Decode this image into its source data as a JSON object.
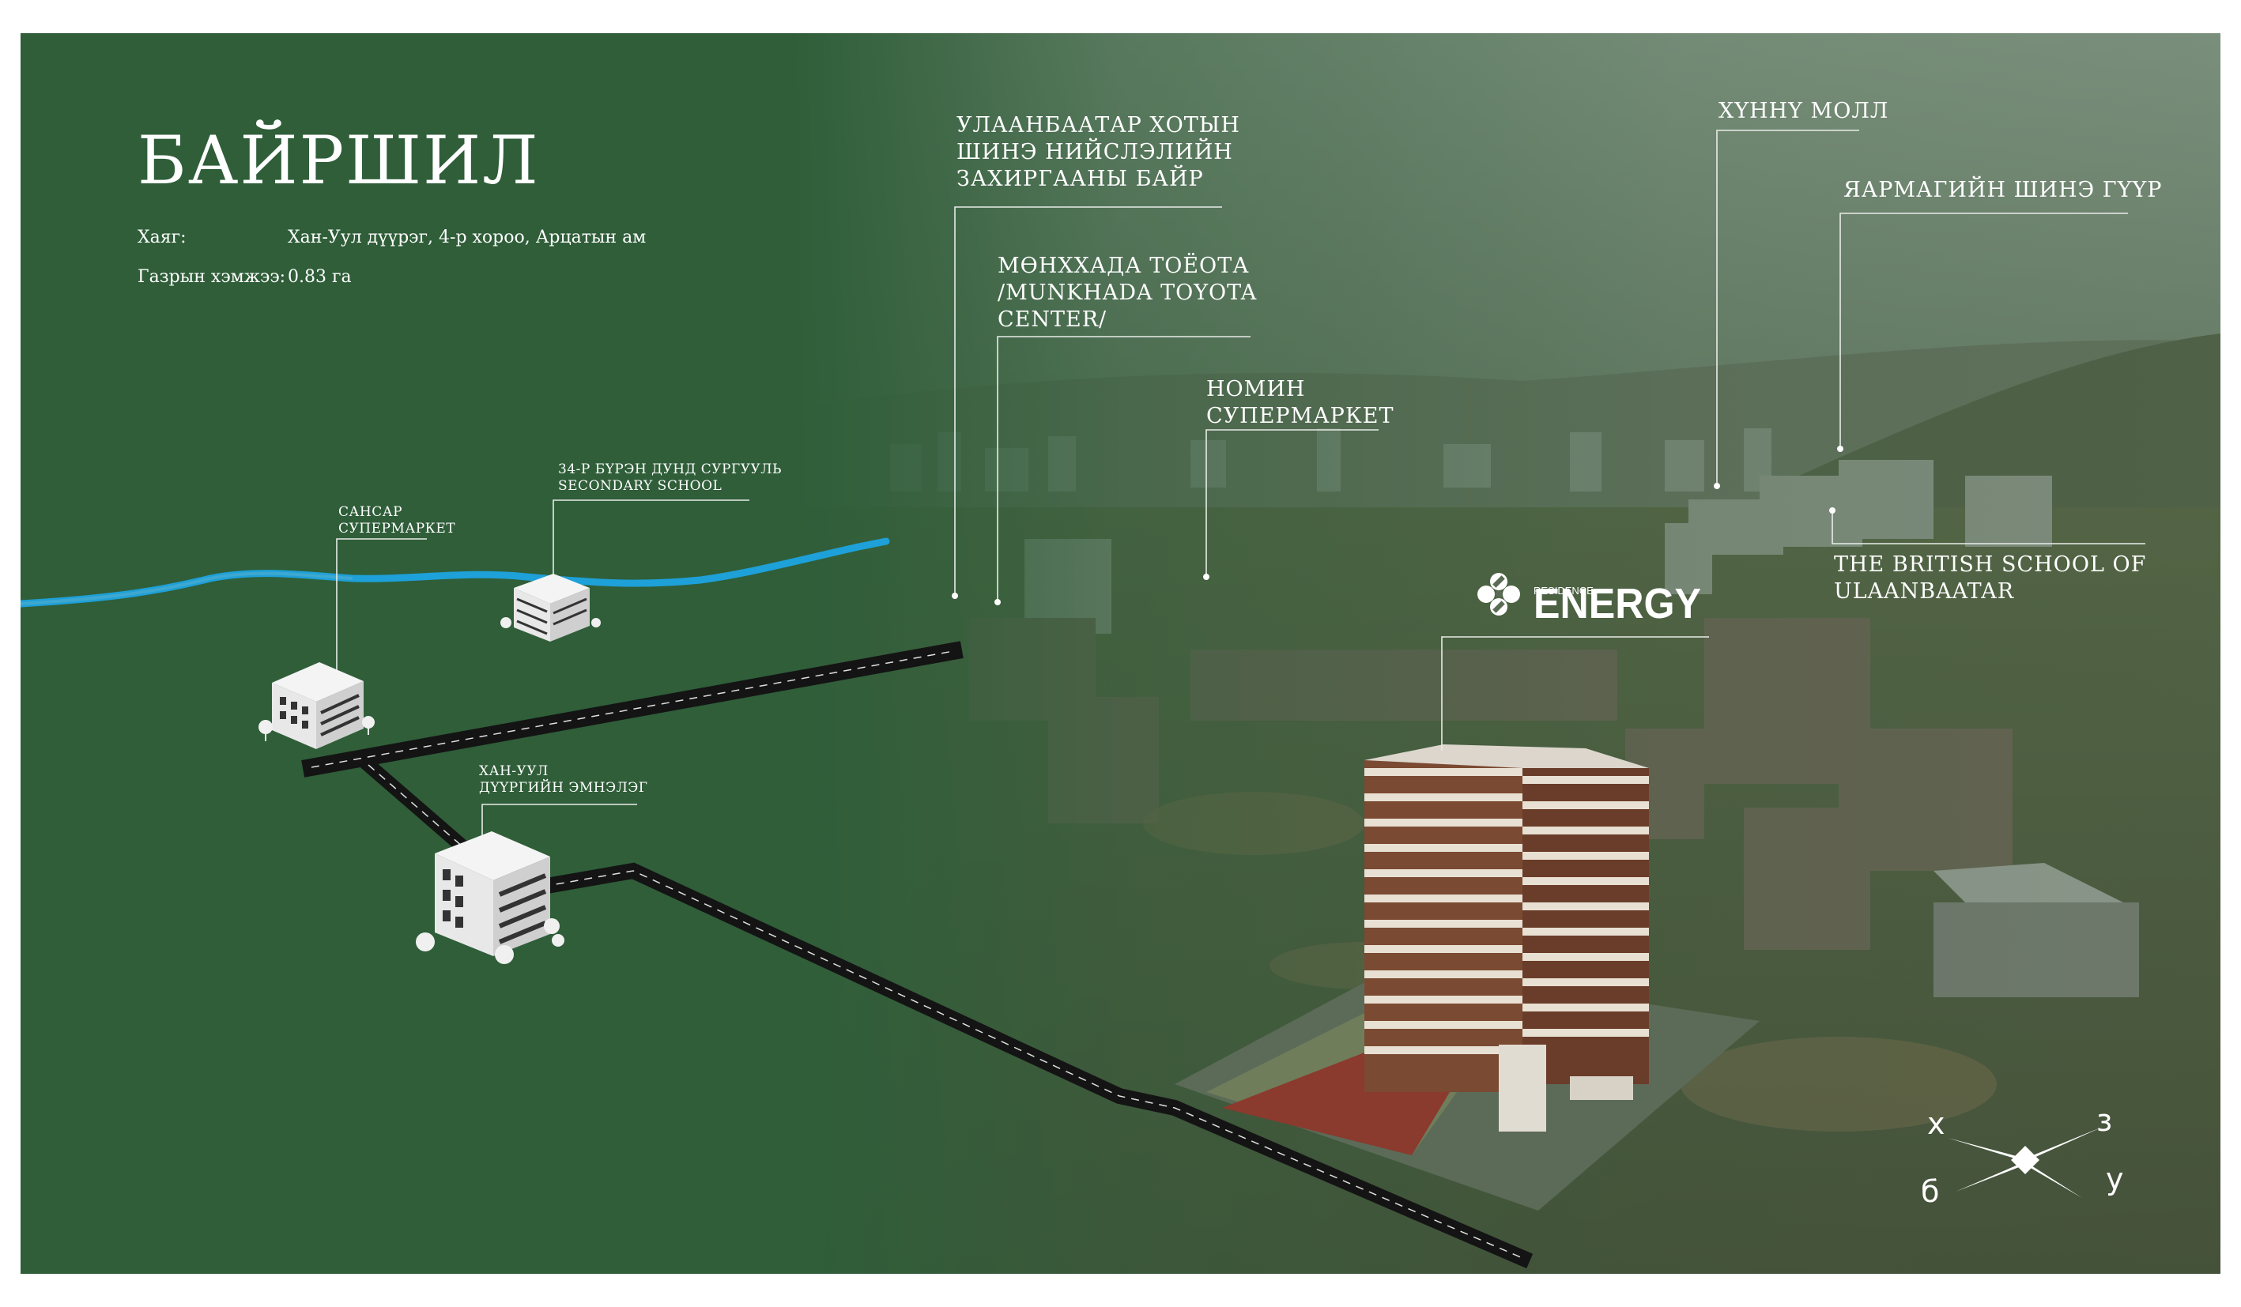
{
  "title": "БАЙРШИЛ",
  "info": {
    "address_label": "Хаяг:",
    "address_value": "Хан-Уул дүүрэг, 4-р хороо, Арцатын ам",
    "area_label": "Газрын хэмжээ:",
    "area_value": "0.83 га"
  },
  "poi": {
    "gov": [
      "УЛААНБААТАР ХОТЫН",
      "ШИНЭ НИЙСЛЭЛИЙН",
      "ЗАХИРГААНЫ БАЙР"
    ],
    "toyota": [
      "МӨНХХАДА ТОЁОТА",
      "/MUNKHADA TOYOTA",
      "CENTER/"
    ],
    "nomin": [
      "НОМИН",
      "СУПЕРМАРКЕТ"
    ],
    "huennu": [
      "ХҮННҮ МОЛЛ"
    ],
    "bridge": [
      "ЯАРМАГИЙН ШИНЭ ГҮҮР"
    ],
    "british": [
      "THE BRITISH SCHOOL OF",
      "ULAANBAATAR"
    ],
    "sansar": [
      "САНСАР",
      "СУПЕРМАРКЕТ"
    ],
    "school34": [
      "34-Р БҮРЭН ДУНД СУРГУУЛЬ",
      "SECONDARY SCHOOL"
    ],
    "hospital": [
      "ХАН-УУЛ",
      "ДҮҮРГИЙН ЭМНЭЛЭГ"
    ]
  },
  "brand": {
    "name": "ENERGY",
    "tag": "RESIDENCE"
  },
  "compass": {
    "north": "х",
    "east": "з",
    "south": "б",
    "west": "у"
  },
  "colors": {
    "panel_green": "#2f5e39",
    "river_blue": "#1ea0d8",
    "road": "#141414",
    "text": "#ffffff"
  },
  "icons": [
    "building-icon",
    "tree-icon",
    "compass-icon",
    "energy-logo-icon"
  ]
}
